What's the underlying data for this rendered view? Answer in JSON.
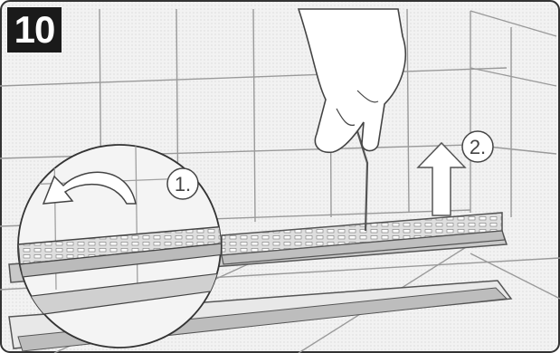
{
  "step_number": "10",
  "callouts": [
    {
      "id": "1",
      "label": "1."
    },
    {
      "id": "2",
      "label": "2."
    }
  ],
  "icons": [
    "hand-icon",
    "hook-tool-icon",
    "rotate-arrow-icon",
    "lift-arrow-icon"
  ],
  "colors": {
    "line": "#555555",
    "grate": "#d6d6d6",
    "tile_bg": "#f4f4f4",
    "badge": "#1a1a1a"
  }
}
